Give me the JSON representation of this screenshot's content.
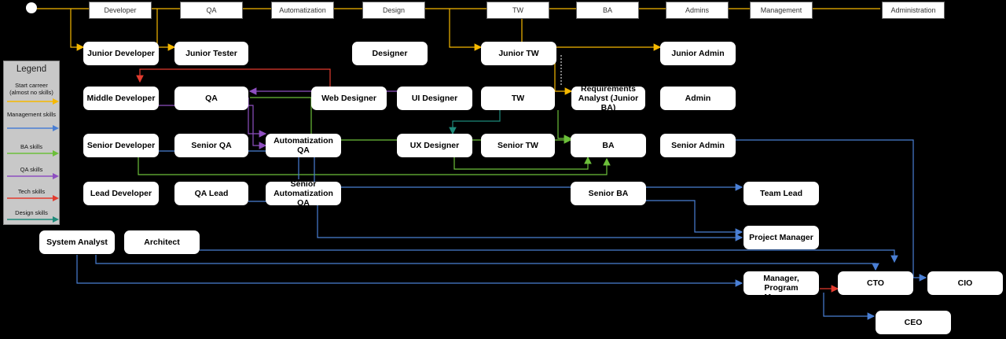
{
  "columns": [
    {
      "label": "Developer"
    },
    {
      "label": "QA"
    },
    {
      "label": "Automatization"
    },
    {
      "label": "Design"
    },
    {
      "label": "TW"
    },
    {
      "label": "BA"
    },
    {
      "label": "Admins"
    },
    {
      "label": "Management"
    },
    {
      "label": "Administration"
    }
  ],
  "nodes": {
    "junior_developer": "Junior Developer",
    "junior_tester": "Junior Tester",
    "designer": "Designer",
    "junior_tw": "Junior TW",
    "junior_admin": "Junior Admin",
    "middle_developer": "Middle Developer",
    "qa": "QA",
    "web_designer": "Web Designer",
    "ui_designer": "UI Designer",
    "tw": "TW",
    "requirements_analyst": "Requirements Analyst (Junior BA)",
    "admin": "Admin",
    "senior_developer": "Senior Developer",
    "senior_qa": "Senior QA",
    "automatization_qa": "Automatization QA",
    "ux_designer": "UX Designer",
    "senior_tw": "Senior TW",
    "ba": "BA",
    "senior_admin": "Senior Admin",
    "lead_developer": "Lead Developer",
    "qa_lead": "QA Lead",
    "senior_automatization_qa": "Senior Automatization QA",
    "senior_ba": "Senior BA",
    "team_lead": "Team Lead",
    "system_analyst": "System Analyst",
    "architect": "Architect",
    "project_manager": "Project Manager",
    "product_manager": "Product Manager, Program Manager",
    "cto": "CTO",
    "cio": "CIO",
    "ceo": "CEO"
  },
  "legend": {
    "title": "Legend",
    "items": [
      {
        "label": "Start carreer (almost no skills)",
        "color": "#f5b800"
      },
      {
        "label": "Management skills",
        "color": "#4a7fd4"
      },
      {
        "label": "BA skills",
        "color": "#6cbf3a"
      },
      {
        "label": "QA skills",
        "color": "#8e4fc0"
      },
      {
        "label": "Tech skills",
        "color": "#e23b2e"
      },
      {
        "label": "Design skills",
        "color": "#1e8a7a"
      }
    ]
  },
  "colors": {
    "start": "#f5b800",
    "management": "#4a7fd4",
    "ba": "#6cbf3a",
    "qa": "#8e4fc0",
    "tech": "#e23b2e",
    "design": "#1e8a7a"
  }
}
